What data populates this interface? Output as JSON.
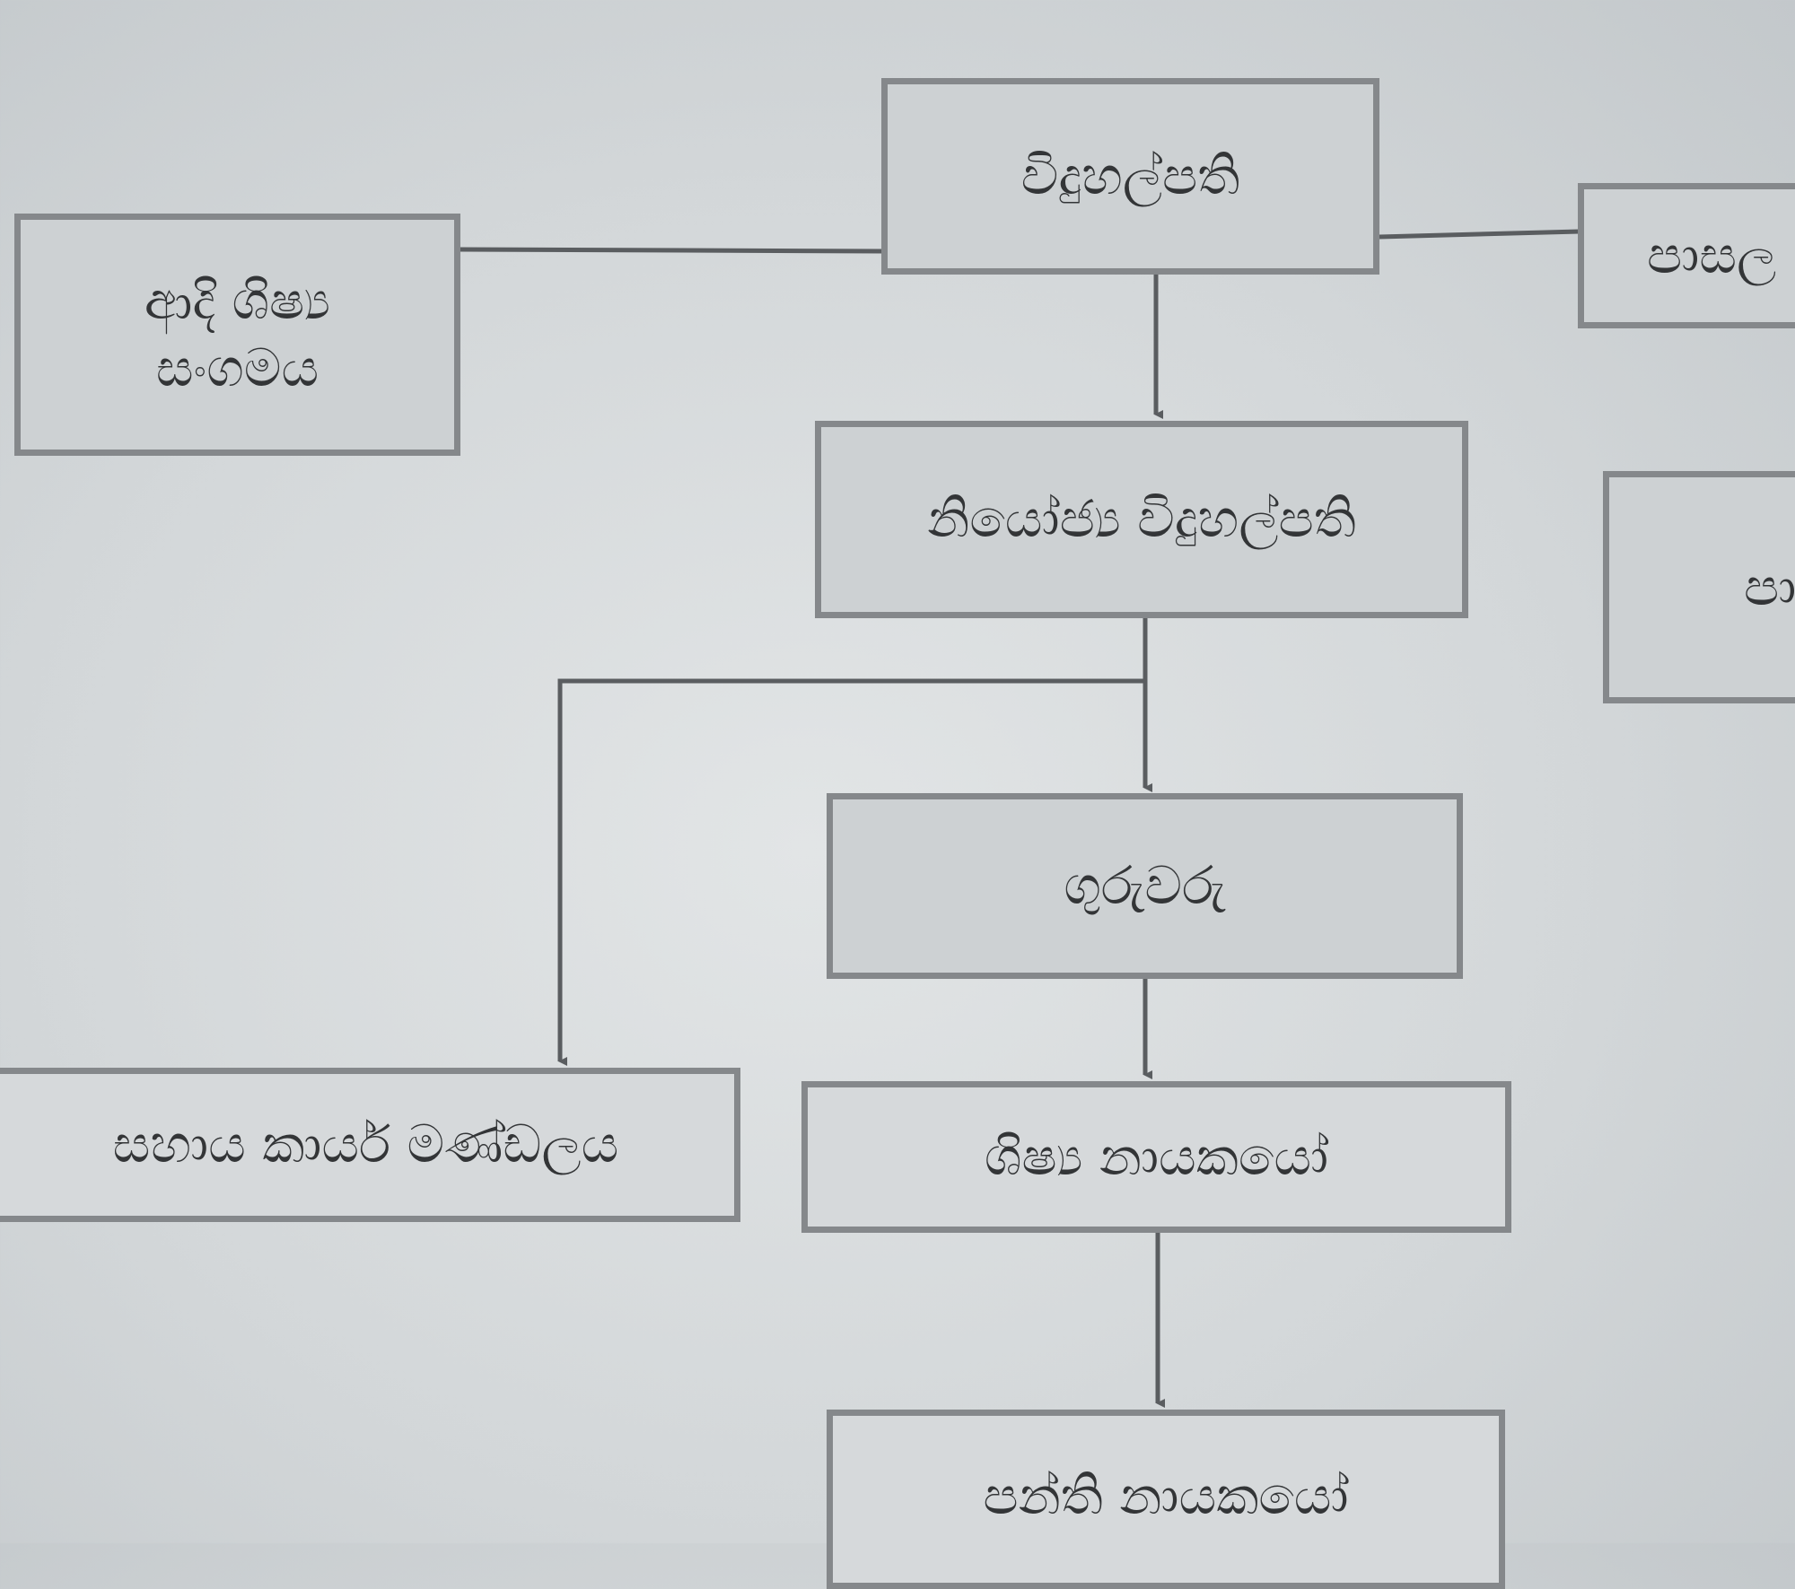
{
  "nodes": {
    "principal": "විදුහල්පති",
    "past_pupils_line1": "ආදි ශිෂ්‍ය",
    "past_pupils_line2": "සංගමය",
    "right_top_partial": "පාසල",
    "deputy_principal": "නියෝජ්‍ය විදුහල්පති",
    "right_middle_partial": "පා",
    "teachers": "ගුරුවරු",
    "support_staff": "සහාය කාර්ය මණ්ඩලය",
    "student_leaders": "ශිෂ්‍ය නායකයෝ",
    "class_leaders": "පන්ති නායකයෝ"
  }
}
